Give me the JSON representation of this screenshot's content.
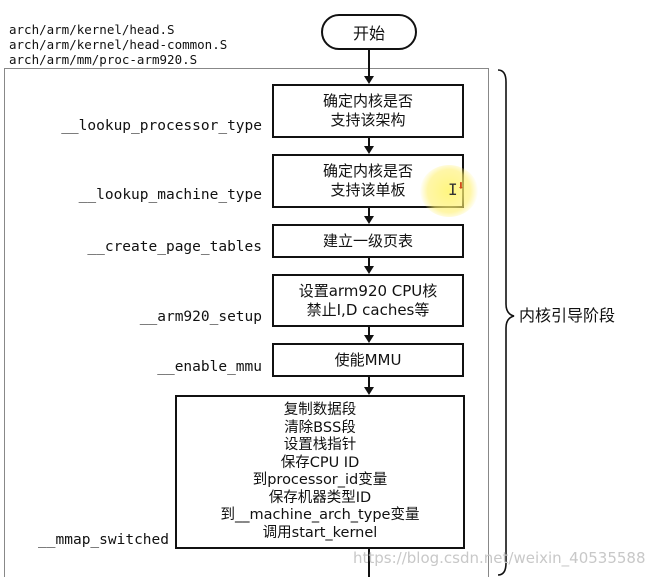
{
  "files": [
    "arch/arm/kernel/head.S",
    "arch/arm/kernel/head-common.S",
    "arch/arm/mm/proc-arm920.S"
  ],
  "start": "开始",
  "steps": [
    {
      "lines": [
        "确定内核是否",
        "支持该架构"
      ],
      "function": "__lookup_processor_type"
    },
    {
      "lines": [
        "确定内核是否",
        "支持该单板"
      ],
      "function": "__lookup_machine_type"
    },
    {
      "lines": [
        "建立一级页表"
      ],
      "function": "__create_page_tables"
    },
    {
      "lines": [
        "设置arm920 CPU核",
        "禁止I,D caches等"
      ],
      "function": "__arm920_setup"
    },
    {
      "lines": [
        "使能MMU"
      ],
      "function": "__enable_mmu"
    },
    {
      "lines": [
        "复制数据段",
        "清除BSS段",
        "设置栈指针",
        "保存CPU ID",
        "到processor_id变量",
        "保存机器类型ID",
        "到__machine_arch_type变量",
        "调用start_kernel"
      ],
      "function": "__mmap_switched"
    }
  ],
  "phase_label": "内核引导阶段",
  "watermark": "https://blog.csdn.net/weixin_40535588"
}
